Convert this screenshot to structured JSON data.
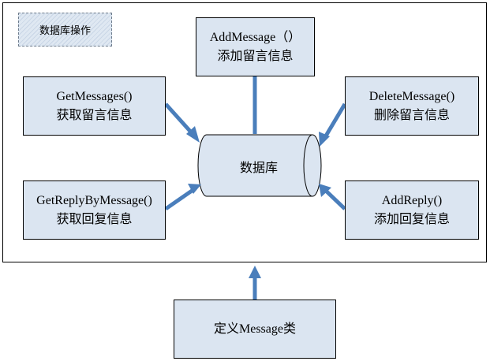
{
  "legend_tag": "数据库操作",
  "database": {
    "label": "数据库"
  },
  "boxes": {
    "add_message": {
      "line1": "AddMessage（）",
      "line2": "添加留言信息"
    },
    "get_messages": {
      "line1": "GetMessages()",
      "line2": "获取留言信息"
    },
    "delete_message": {
      "line1": "DeleteMessage()",
      "line2": "删除留言信息"
    },
    "get_reply_by_message": {
      "line1": "GetReplyByMessage()",
      "line2": "获取回复信息"
    },
    "add_reply": {
      "line1": "AddReply()",
      "line2": "添加回复信息"
    },
    "define_message_class": {
      "line1": "定义Message类"
    }
  },
  "colors": {
    "box_fill": "#dbe5f1",
    "arrow": "#4a7ebb",
    "border": "#000000"
  }
}
